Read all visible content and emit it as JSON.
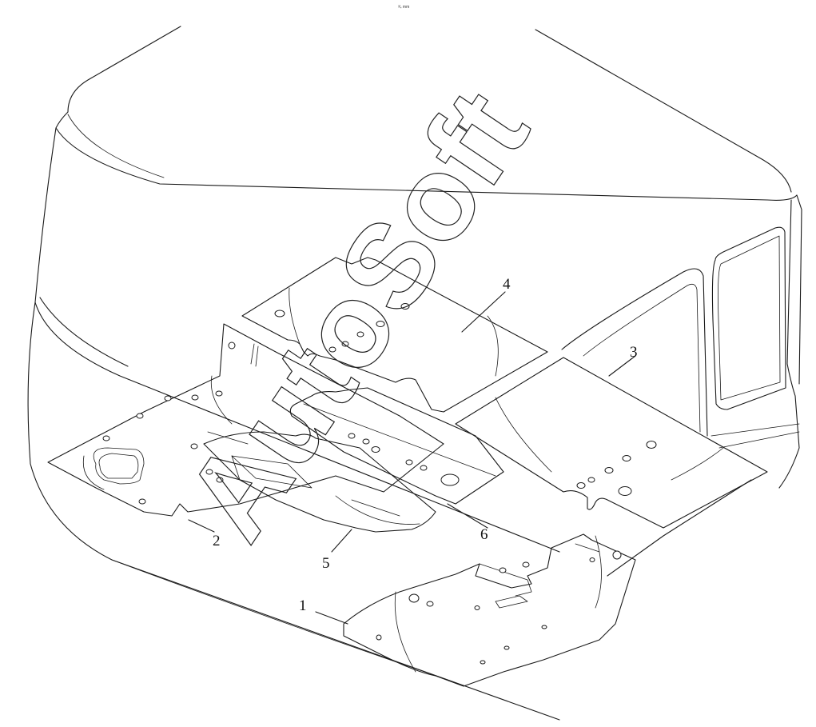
{
  "header_mark": "³⁄₄ mm",
  "watermark": {
    "text": "AutoSoft",
    "logo_color": "#222222"
  },
  "line_color": "#1a1a1a",
  "callouts": [
    {
      "id": "1",
      "label": "1"
    },
    {
      "id": "2",
      "label": "2"
    },
    {
      "id": "3",
      "label": "3"
    },
    {
      "id": "4",
      "label": "4"
    },
    {
      "id": "5",
      "label": "5"
    },
    {
      "id": "6",
      "label": "6"
    }
  ]
}
